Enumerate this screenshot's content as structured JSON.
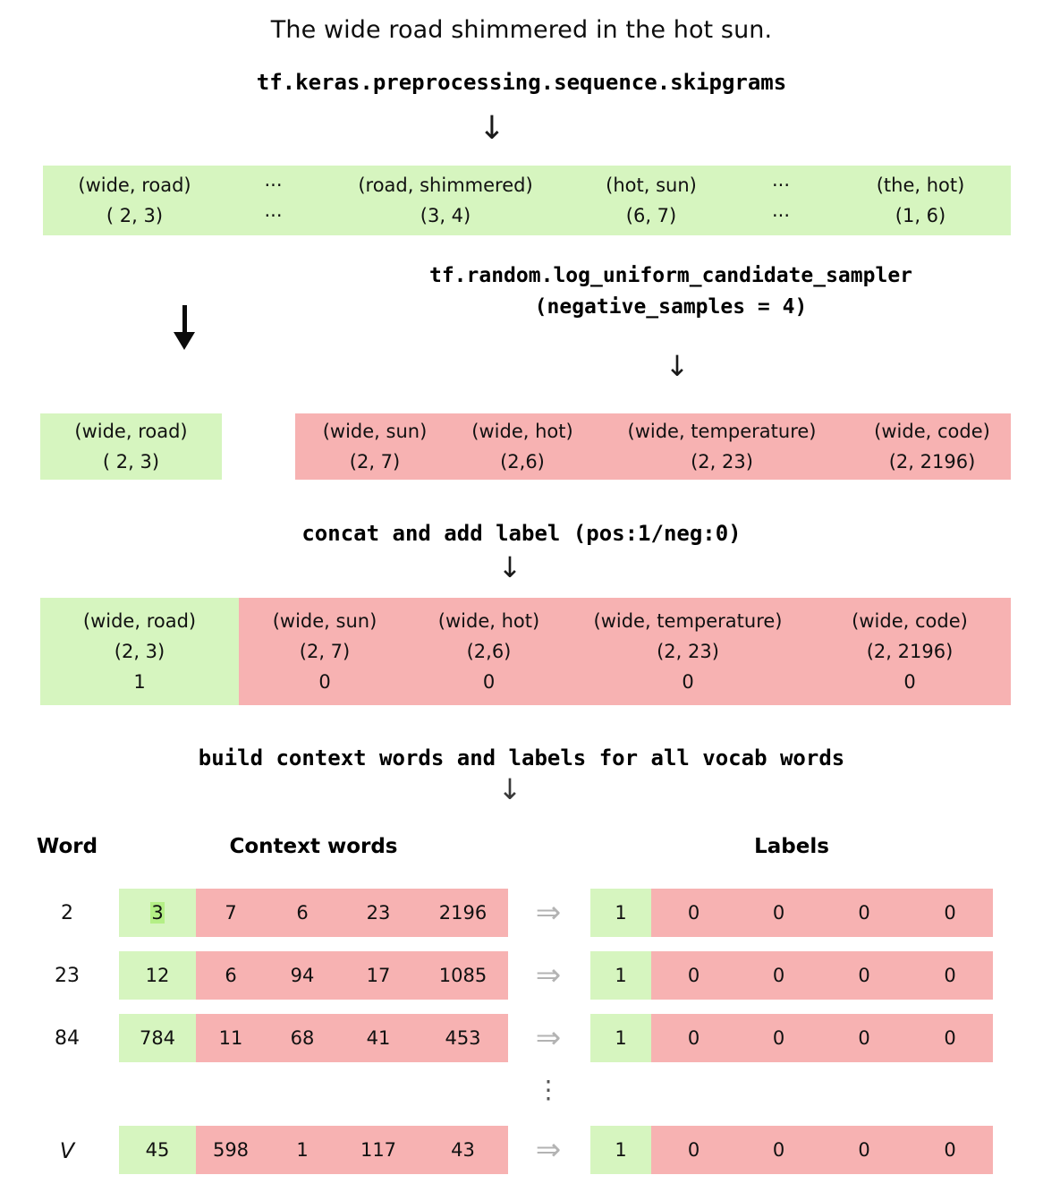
{
  "sentence": "The wide road shimmered in the hot sun.",
  "steps": {
    "skipgrams_api": "tf.keras.preprocessing.sequence.skipgrams",
    "sampler_api_line1": "tf.random.log_uniform_candidate_sampler",
    "sampler_api_line2": "(negative_samples = 4)",
    "concat_label": "concat and add label (pos:1/neg:0)",
    "build_label": "build context words and labels for all vocab words"
  },
  "arrows": {
    "down_thin": "↓",
    "double_right": "⇒",
    "vertical_dots": "⋮"
  },
  "skipgram_band": {
    "cells": [
      {
        "pair": "(wide, road)",
        "idx": "( 2, 3)"
      },
      {
        "pair": "···",
        "idx": "···"
      },
      {
        "pair": "(road, shimmered)",
        "idx": "(3, 4)"
      },
      {
        "pair": "(hot, sun)",
        "idx": "(6, 7)"
      },
      {
        "pair": "···",
        "idx": "···"
      },
      {
        "pair": "(the, hot)",
        "idx": "(1, 6)"
      }
    ]
  },
  "positive_box": {
    "pair": "(wide, road)",
    "idx": "( 2, 3)"
  },
  "negative_band": {
    "cells": [
      {
        "pair": "(wide, sun)",
        "idx": "(2, 7)"
      },
      {
        "pair": "(wide, hot)",
        "idx": "(2,6)"
      },
      {
        "pair": "(wide, temperature)",
        "idx": "(2, 23)"
      },
      {
        "pair": "(wide, code)",
        "idx": "(2, 2196)"
      }
    ]
  },
  "concat_band": {
    "positive": {
      "pair": "(wide, road)",
      "idx": "(2, 3)",
      "label": "1"
    },
    "negatives": [
      {
        "pair": "(wide, sun)",
        "idx": "(2, 7)",
        "label": "0"
      },
      {
        "pair": "(wide, hot)",
        "idx": "(2,6)",
        "label": "0"
      },
      {
        "pair": "(wide, temperature)",
        "idx": "(2, 23)",
        "label": "0"
      },
      {
        "pair": "(wide, code)",
        "idx": "(2, 2196)",
        "label": "0"
      }
    ]
  },
  "table": {
    "headers": {
      "word": "Word",
      "context": "Context words",
      "labels": "Labels"
    },
    "rows": [
      {
        "word": "2",
        "word_italic": false,
        "context_positive": "3",
        "context_negatives": [
          "7",
          "6",
          "23",
          "2196"
        ],
        "labels_positive": "1",
        "labels_negatives": [
          "0",
          "0",
          "0",
          "0"
        ],
        "highlight_positive": true
      },
      {
        "word": "23",
        "word_italic": false,
        "context_positive": "12",
        "context_negatives": [
          "6",
          "94",
          "17",
          "1085"
        ],
        "labels_positive": "1",
        "labels_negatives": [
          "0",
          "0",
          "0",
          "0"
        ],
        "highlight_positive": false
      },
      {
        "word": "84",
        "word_italic": false,
        "context_positive": "784",
        "context_negatives": [
          "11",
          "68",
          "41",
          "453"
        ],
        "labels_positive": "1",
        "labels_negatives": [
          "0",
          "0",
          "0",
          "0"
        ],
        "highlight_positive": false
      },
      {
        "word": "V",
        "word_italic": true,
        "context_positive": "45",
        "context_negatives": [
          "598",
          "1",
          "117",
          "43"
        ],
        "labels_positive": "1",
        "labels_negatives": [
          "0",
          "0",
          "0",
          "0"
        ],
        "highlight_positive": false
      }
    ]
  },
  "colors": {
    "positive_green": "#d6f5bf",
    "negative_red": "#f7b2b2",
    "selection_green": "#b4ef86",
    "arrow_black": "#0b0b0b",
    "double_arrow_gray": "#b3b3b3"
  }
}
